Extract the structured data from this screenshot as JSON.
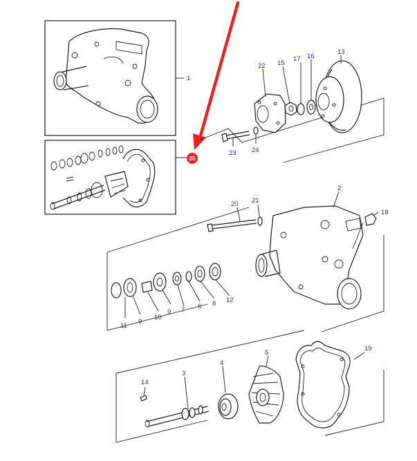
{
  "diagram": {
    "part_numbers": {
      "p1": "1",
      "p2": "2",
      "p3": "3",
      "p4": "4",
      "p5": "5",
      "p6": "6",
      "p7": "7",
      "p8": "8",
      "p9": "9",
      "p10": "10",
      "p11": "11",
      "p12": "12",
      "p13": "13",
      "p14": "14",
      "p15": "15",
      "p16": "16",
      "p17": "17",
      "p18": "18",
      "p19": "19",
      "p20": "20",
      "p21": "21",
      "p22": "22",
      "p23": "23",
      "p24": "24"
    },
    "highlight": {
      "badge": "25",
      "arrow_color": "#e8231e",
      "badge_color": "#e8231e"
    },
    "label_color": "#1f2a9a"
  }
}
